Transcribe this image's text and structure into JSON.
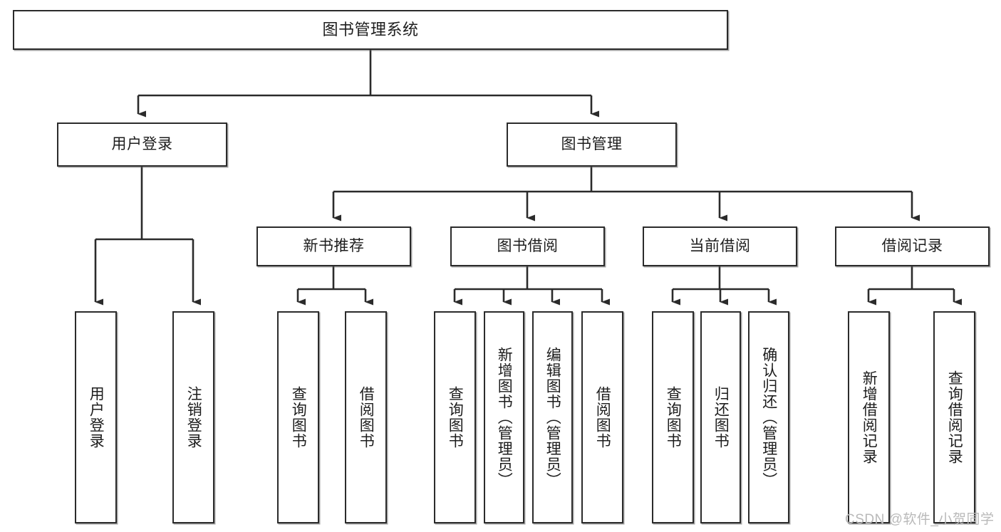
{
  "diagram": {
    "title": "图书管理系统",
    "watermark": "CSDN @软件_小贺同学",
    "stroke_color": "#2b2b2b",
    "fill_color": "#ffffff",
    "text_color": "#1d1d1d",
    "watermark_color": "#b9b9b9"
  },
  "nodes": {
    "root": {
      "label": "图书管理系统"
    },
    "tier2": [
      {
        "label": "用户登录"
      },
      {
        "label": "图书管理"
      }
    ],
    "tier3": [
      {
        "label": "新书推荐"
      },
      {
        "label": "图书借阅"
      },
      {
        "label": "当前借阅"
      },
      {
        "label": "借阅记录"
      }
    ],
    "leaves": {
      "user_login": [
        {
          "label": "用户登录"
        },
        {
          "label": "注销登录"
        }
      ],
      "new_book_recommend": [
        {
          "label": "查询图书"
        },
        {
          "label": "借阅图书"
        }
      ],
      "book_borrow": [
        {
          "label": "查询图书"
        },
        {
          "label": "新增图书（管理员）"
        },
        {
          "label": "编辑图书（管理员）"
        },
        {
          "label": "借阅图书"
        }
      ],
      "current_borrow": [
        {
          "label": "查询图书"
        },
        {
          "label": "归还图书"
        },
        {
          "label": "确认归还（管理员）"
        }
      ],
      "borrow_records": [
        {
          "label": "新增借阅记录"
        },
        {
          "label": "查询借阅记录"
        }
      ]
    }
  }
}
